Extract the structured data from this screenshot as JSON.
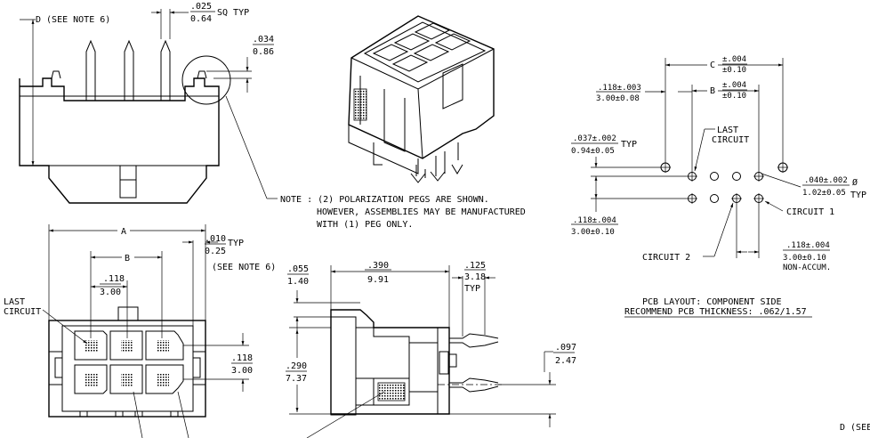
{
  "side_view": {
    "d_label": "D (SEE NOTE 6)",
    "pin_sq_top": ".025",
    "pin_sq_bottom": "0.64",
    "pin_sq_suffix": "SQ TYP",
    "peg_top": ".034",
    "peg_bottom": "0.86"
  },
  "note": {
    "line1": "NOTE : (2) POLARIZATION PEGS ARE SHOWN.",
    "line2": "HOWEVER, ASSEMBLIES MAY BE MANUFACTURED",
    "line3": "WITH (1) PEG ONLY."
  },
  "front_view": {
    "a_label": "A",
    "b_label": "B",
    "pitch_top": ".118",
    "pitch_bottom": "3.00",
    "last_circuit_1": "LAST",
    "last_circuit_2": "CIRCUIT",
    "wall_top": ".010",
    "wall_bottom": "0.25",
    "wall_suffix": "TYP",
    "see_note": "(SEE NOTE 6)",
    "row_pitch_top": ".118",
    "row_pitch_bottom": "3.00"
  },
  "section_view": {
    "h1_top": ".055",
    "h1_bottom": "1.40",
    "len_top": ".390",
    "len_bottom": "9.91",
    "pin_top": ".125",
    "pin_bottom": "3.18",
    "pin_suffix": "TYP",
    "height_top": ".290",
    "height_bottom": "7.37",
    "offset_top": ".097",
    "offset_bottom": "2.47"
  },
  "pcb_layout": {
    "c_label": "C",
    "c_tol_top": "±.004",
    "c_tol_bottom": "±0.10",
    "b_label": "B",
    "b_tol_top": "±.004",
    "b_tol_bottom": "±0.10",
    "peg_top": ".118±.003",
    "peg_bottom": "3.00±0.08",
    "last_1": "LAST",
    "last_2": "CIRCUIT",
    "peg_dia_top": ".037±.002",
    "peg_dia_bottom": "0.94±0.05",
    "peg_dia_suffix": "TYP",
    "hole_top": ".040±.002",
    "hole_bottom": "1.02±0.05",
    "hole_sym": "Ø",
    "hole_suffix": "TYP",
    "row_top": ".118±.004",
    "row_bottom": "3.00±0.10",
    "circuit1": "CIRCUIT 1",
    "circuit2": "CIRCUIT 2",
    "pitch_top": ".118±.004",
    "pitch_bottom": "3.00±0.10",
    "non_accum": "NON-ACCUM.",
    "caption1": "PCB LAYOUT: COMPONENT SIDE",
    "caption2": "RECOMMEND PCB THICKNESS: .062/1.57"
  },
  "footer": {
    "d_note": "D (SEE"
  }
}
